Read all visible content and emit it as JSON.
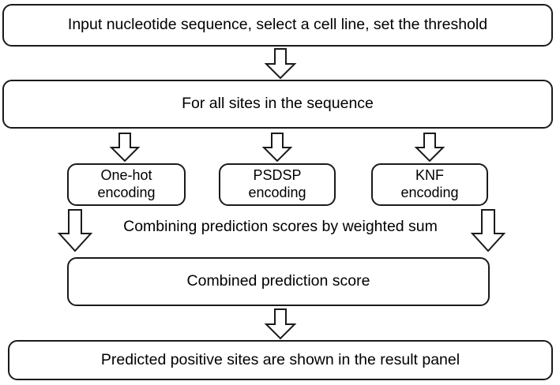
{
  "diagram": {
    "title": "Prediction workflow flowchart",
    "stroke_color": "#1a1a1a",
    "fill_color": "#ffffff",
    "text_color": "#000000",
    "nodes": {
      "input": {
        "label": "Input nucleotide sequence, select a cell line, set the threshold"
      },
      "loop": {
        "label": "For all sites in the sequence"
      },
      "onehot": {
        "label": "One-hot\nencoding"
      },
      "psdsp": {
        "label": "PSDSP\nencoding"
      },
      "knf": {
        "label": "KNF\nencoding"
      },
      "combined": {
        "label": "Combined prediction score"
      },
      "result": {
        "label": "Predicted positive sites are shown in the result panel"
      }
    },
    "captions": {
      "combining": "Combining prediction scores by weighted sum"
    },
    "arrows": [
      {
        "name": "input-to-loop",
        "direction": "down"
      },
      {
        "name": "loop-to-onehot",
        "direction": "down"
      },
      {
        "name": "loop-to-psdsp",
        "direction": "down"
      },
      {
        "name": "loop-to-knf",
        "direction": "down"
      },
      {
        "name": "onehot-to-combined",
        "direction": "down"
      },
      {
        "name": "knf-to-combined",
        "direction": "down"
      },
      {
        "name": "combined-to-result",
        "direction": "down"
      }
    ]
  }
}
